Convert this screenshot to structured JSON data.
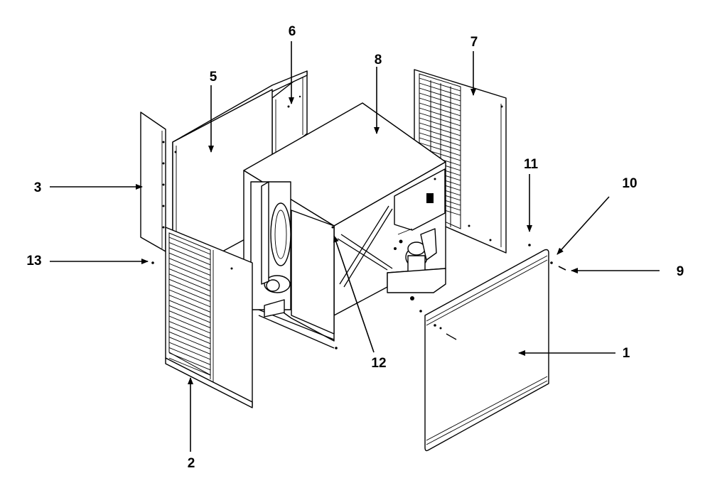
{
  "callouts": {
    "c1": "1",
    "c2": "2",
    "c3": "3",
    "c5": "5",
    "c6": "6",
    "c7": "7",
    "c8": "8",
    "c9": "9",
    "c10": "10",
    "c11": "11",
    "c12": "12",
    "c13": "13"
  }
}
